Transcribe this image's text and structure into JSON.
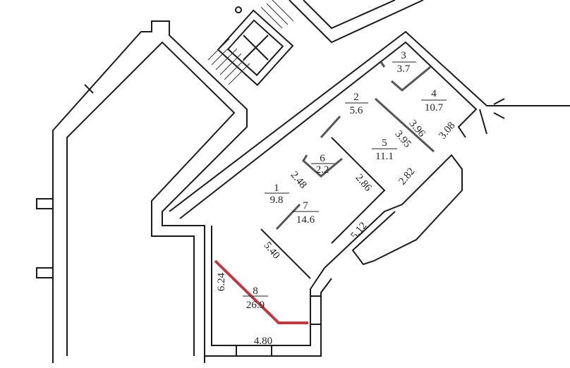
{
  "rooms": [
    {
      "number": "1",
      "area": "9.8"
    },
    {
      "number": "2",
      "area": "5.6"
    },
    {
      "number": "3",
      "area": "3.7"
    },
    {
      "number": "4",
      "area": "10.7"
    },
    {
      "number": "5",
      "area": "11.1"
    },
    {
      "number": "6",
      "area": "2.2"
    },
    {
      "number": "7",
      "area": "14.6"
    },
    {
      "number": "8",
      "area": "26.9"
    }
  ],
  "dimensions": {
    "d396": "3.96",
    "d395": "3.95",
    "d308": "3.08",
    "d282": "2.82",
    "d248": "2.48",
    "d286": "2.86",
    "d512": "5.12",
    "d540": "5.40",
    "d624": "6.24",
    "d480": "4.80"
  },
  "colors": {
    "highlight": "#b3262e",
    "walls": "#1a1a1a"
  }
}
